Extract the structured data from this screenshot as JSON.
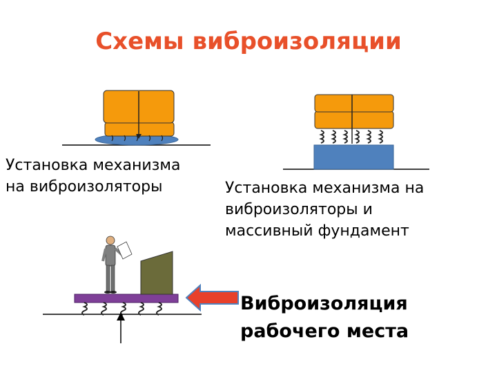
{
  "title": "Схемы виброизоляции",
  "scheme1": {
    "caption_line1": "Установка механизма",
    "caption_line2": "на виброизоляторы"
  },
  "scheme2": {
    "caption_line1": "Установка механизма на",
    "caption_line2": "виброизоляторы и",
    "caption_line3": "массивный фундамент"
  },
  "scheme3": {
    "caption_line1": "Виброизоляция",
    "caption_line2": "рабочего места"
  },
  "colors": {
    "title": "#e8502a",
    "machine": "#f59a0c",
    "foundation": "#4f81bd",
    "platform": "#7f3f98",
    "console": "#6b6b3a",
    "arrow": "#e8402a",
    "arrow_outline": "#4f81bd"
  }
}
